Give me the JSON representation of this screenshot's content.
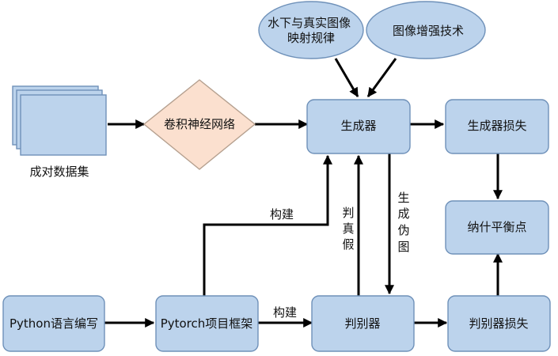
{
  "nodes": {
    "generator": "生成器",
    "discriminator": "判别器",
    "gen_loss": "生成器损失",
    "disc_loss": "判别器损失",
    "nash": "纳什平衡点",
    "cnn": "卷积神经网络",
    "dataset": "成对数据集",
    "underwater_rule": [
      "水下与真实图像",
      "映射规律"
    ],
    "enhance": "图像增强技术",
    "python": "Python语言编写",
    "pytorch": "Pytorch项目框架"
  },
  "edge_labels": {
    "build_top": "构建",
    "build_bottom": "构建",
    "judge": [
      "判",
      "真",
      "假"
    ],
    "gen_fake": [
      "生",
      "成",
      "伪",
      "图"
    ]
  }
}
